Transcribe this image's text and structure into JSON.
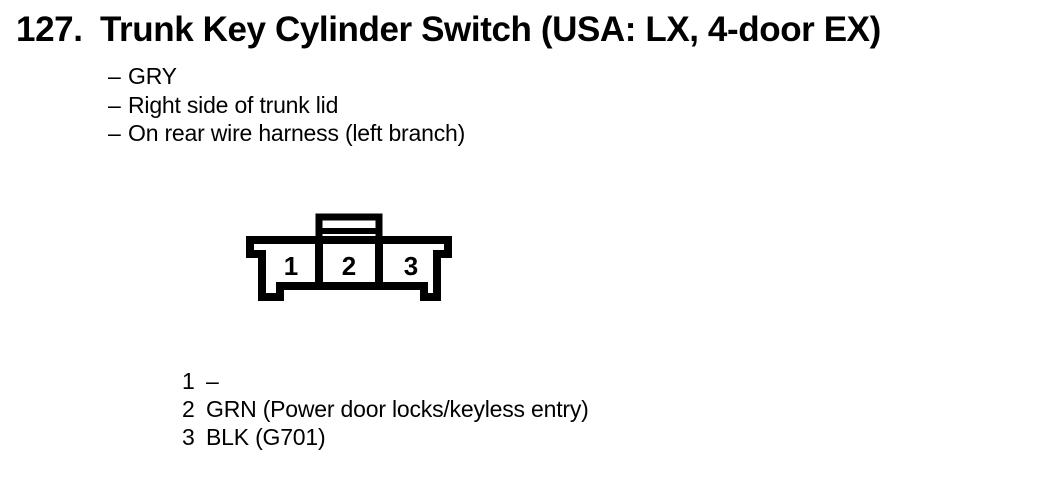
{
  "document": {
    "section_number": "127.",
    "title": "Trunk Key Cylinder Switch (USA: LX, 4-door EX)",
    "note_dash": "–",
    "notes": [
      "GRY",
      "Right side of trunk lid",
      "On rear wire harness (left branch)"
    ],
    "connector": {
      "pins": [
        "1",
        "2",
        "3"
      ]
    },
    "legend": [
      {
        "pin": "1",
        "desc": "–"
      },
      {
        "pin": "2",
        "desc": "GRN (Power door locks/keyless entry)"
      },
      {
        "pin": "3",
        "desc": "BLK (G701)"
      }
    ],
    "colors": {
      "ink": "#000000",
      "paper": "#ffffff"
    }
  }
}
